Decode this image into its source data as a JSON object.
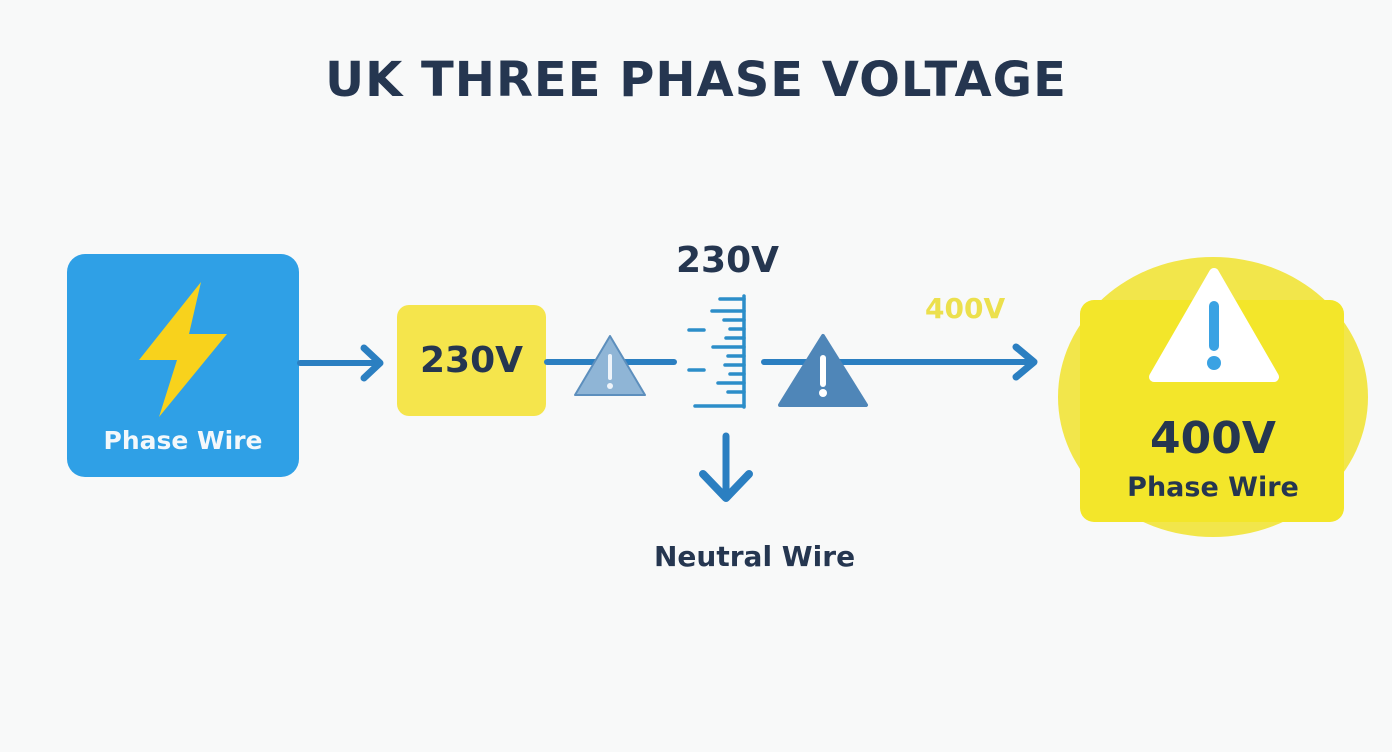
{
  "title": "UK THREE PHASE VOLTAGE",
  "phase_source": {
    "label": "Phase Wire",
    "icon": "lightning-bolt-icon"
  },
  "phase_voltage_box": {
    "label": "230V"
  },
  "meter": {
    "label": "230V",
    "icon": "voltage-scale-icon"
  },
  "line_voltage": {
    "label": "400V"
  },
  "neutral": {
    "label": "Neutral Wire",
    "icon": "arrow-down-icon"
  },
  "result": {
    "voltage": "400V",
    "label": "Phase Wire",
    "icon": "warning-icon"
  },
  "colors": {
    "title": "#253650",
    "blue": "#2fa0e6",
    "arrow_blue": "#2b7fc1",
    "yellow": "#f3e62a",
    "warning_blue": "#4f86b8"
  }
}
